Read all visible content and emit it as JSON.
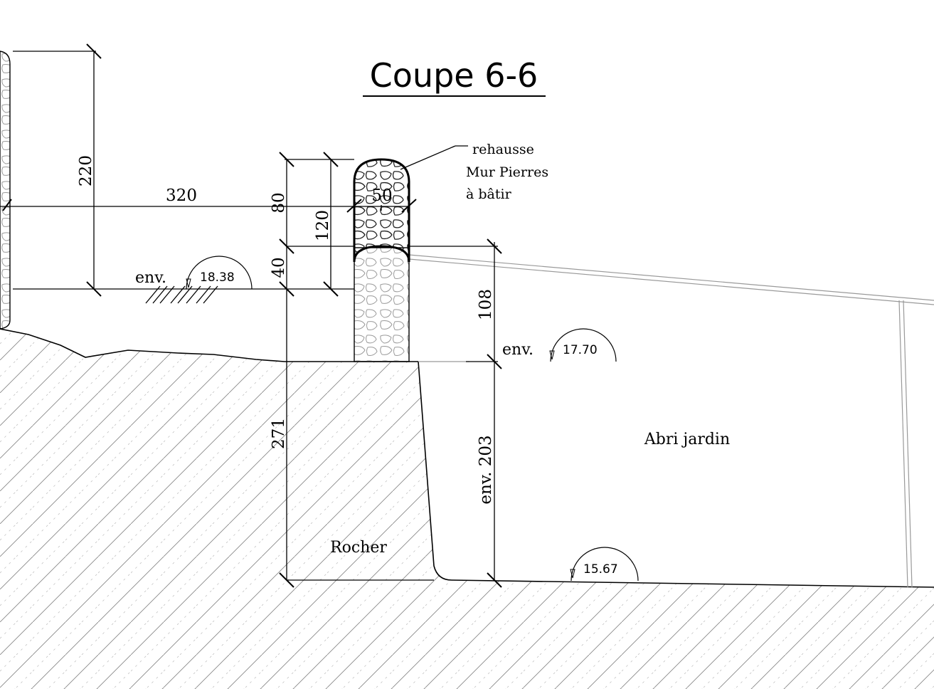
{
  "title": "Coupe 6-6",
  "dimensions": {
    "d220": "220",
    "d320": "320",
    "d80": "80",
    "d120": "120",
    "d40": "40",
    "d50": "50",
    "d108": "108",
    "d271": "271",
    "env203": "env. 203"
  },
  "elevations": {
    "e1": {
      "prefix": "env.",
      "value": "18.38"
    },
    "e2": {
      "prefix": "env.",
      "value": "17.70"
    },
    "e3": {
      "value": "15.67"
    }
  },
  "labels": {
    "abri": "Abri jardin",
    "rocher": "Rocher",
    "note_line1": "rehausse",
    "note_line2": "Mur Pierres",
    "note_line3": "à bâtir"
  }
}
